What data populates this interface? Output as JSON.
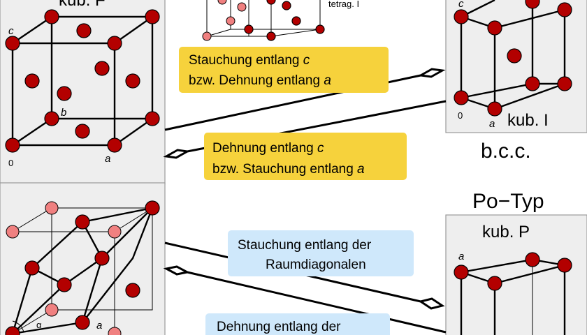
{
  "panels": {
    "fcc": {
      "title": "kub. F",
      "axis_c": "c",
      "axis_b": "b",
      "axis_a": "a",
      "origin": "0"
    },
    "bcc": {
      "title": "kub. I",
      "axis_c": "c",
      "axis_a": "a",
      "origin": "0",
      "caption": "b.c.c."
    },
    "tetrag": {
      "label": "tetrag. I"
    },
    "rhombo": {
      "axis_a": "a",
      "angle": "α"
    },
    "po": {
      "heading": "Po−Typ",
      "title": "kub. P",
      "axis_a": "a"
    }
  },
  "transitions": {
    "fcc_to_bcc": {
      "line1": "Stauchung entlang ",
      "line1_var": "c",
      "line2": "bzw. Dehnung entlang ",
      "line2_var": "a"
    },
    "bcc_to_fcc": {
      "line1": "Dehnung entlang ",
      "line1_var": "c",
      "line2": "bzw. Stauchung entlang ",
      "line2_var": "a"
    },
    "rh_to_po": {
      "line1": "Stauchung entlang der",
      "line2": "Raumdiagonalen"
    },
    "po_to_rh": {
      "line1": "Dehnung entlang der"
    }
  },
  "colors": {
    "atom": "#b30000",
    "atom_light": "#f08080",
    "yellow_box": "#f6d23c",
    "blue_box": "#cfe8fb",
    "panel": "#eeeeee"
  }
}
